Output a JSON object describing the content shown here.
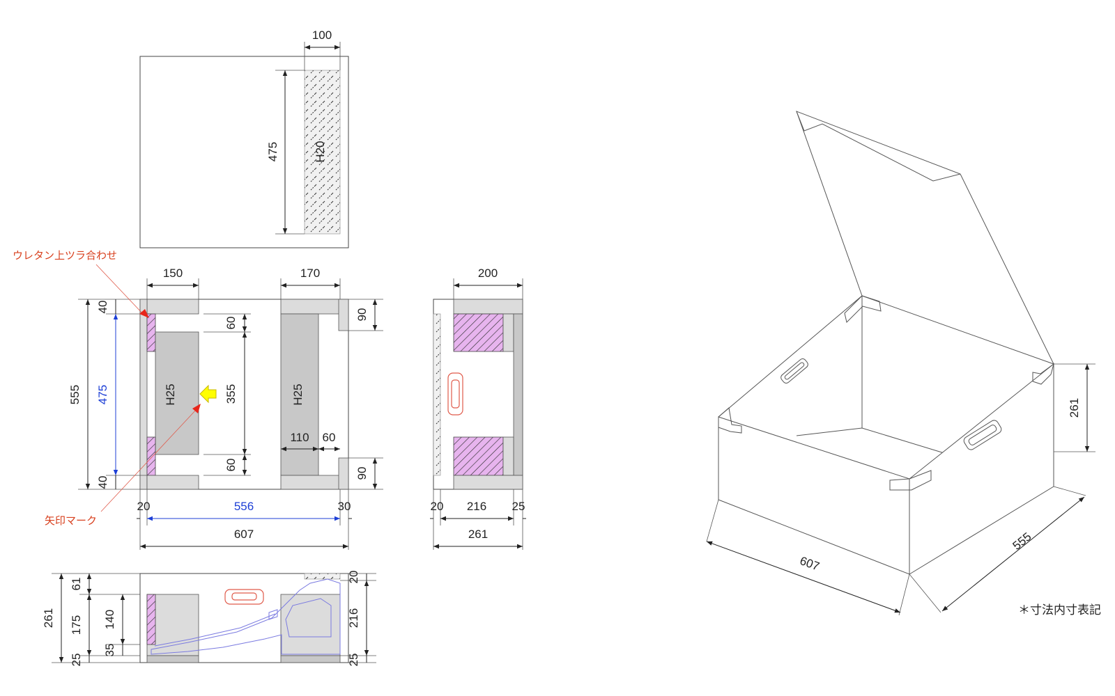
{
  "labels": {
    "flush_note": "ウレタン上ツラ合わせ",
    "arrow_note": "矢印マーク",
    "footnote": "＊寸法内寸表記"
  },
  "lid": {
    "d_width": "100",
    "d_height": "475",
    "foam": "H20"
  },
  "plan": {
    "d_150": "150",
    "d_170": "170",
    "d_200": "200",
    "d_40_top": "40",
    "d_40_bottom": "40",
    "d_555": "555",
    "d_475": "475",
    "d_60_top": "60",
    "d_355": "355",
    "d_60_bottom": "60",
    "d_90_top": "90",
    "d_90_bottom": "90",
    "d_110": "110",
    "d_60_right": "60",
    "d_20": "20",
    "d_556": "556",
    "d_30": "30",
    "d_607": "607",
    "foam_left": "H25",
    "foam_right": "H25"
  },
  "side": {
    "d_20": "20",
    "d_216": "216",
    "d_25": "25",
    "d_261": "261"
  },
  "elevation": {
    "d_261": "261",
    "d_61": "61",
    "d_175": "175",
    "d_25a": "25",
    "d_140": "140",
    "d_35": "35",
    "d_20": "20",
    "d_216": "216",
    "d_25b": "25"
  },
  "iso": {
    "d_607": "607",
    "d_555": "555",
    "d_261": "261"
  },
  "colors": {
    "blue": "#1d3fd6",
    "red": "#d8401e",
    "flush_hatch": "#e7b4ee",
    "arrow": "#ffff00"
  }
}
